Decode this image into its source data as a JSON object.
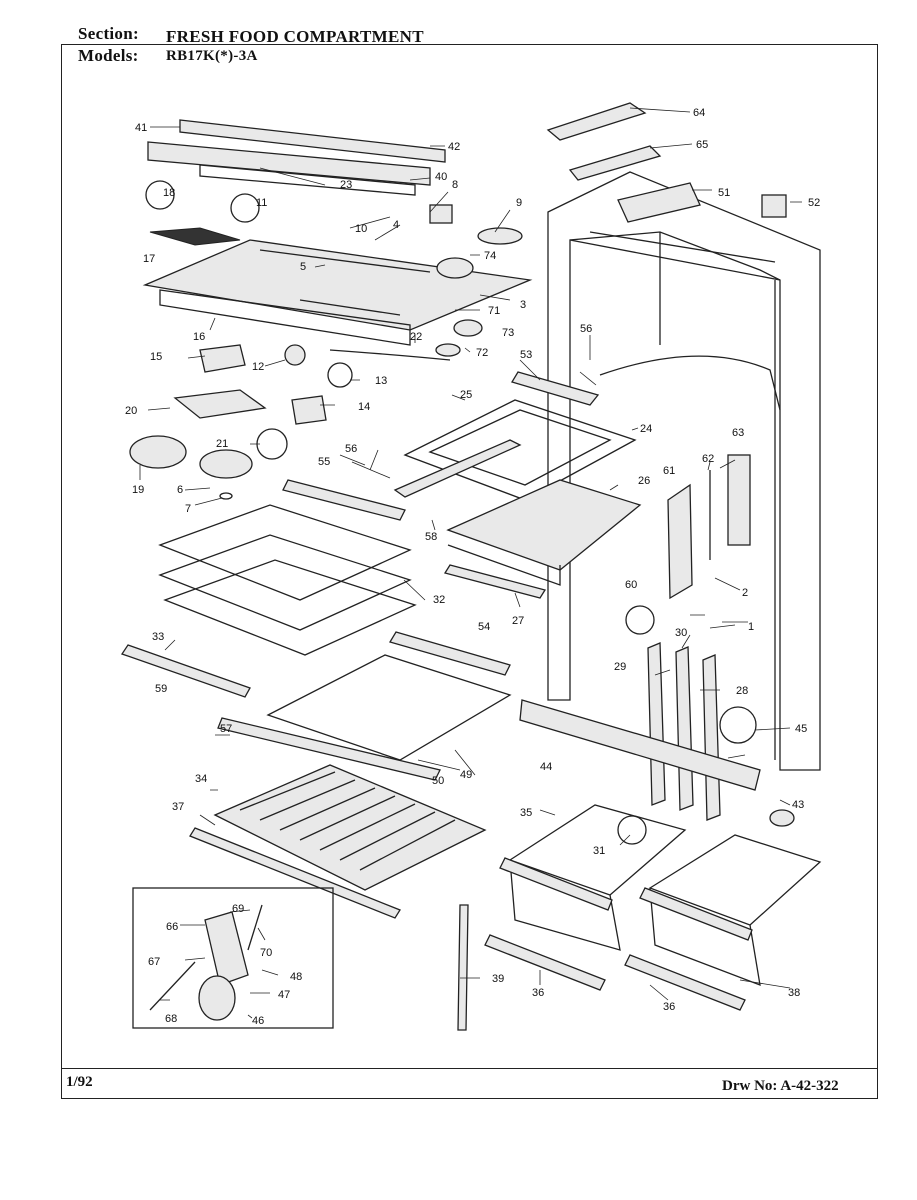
{
  "header": {
    "section_label": "Section:",
    "section_value": "FRESH FOOD COMPARTMENT",
    "models_label": "Models:",
    "models_value": "RB17K(*)-3A"
  },
  "footer": {
    "date": "1/92",
    "drawing_number": "Drw No: A-42-322"
  },
  "callouts": [
    "1",
    "2",
    "3",
    "4",
    "5",
    "6",
    "7",
    "8",
    "9",
    "10",
    "11",
    "12",
    "13",
    "14",
    "15",
    "16",
    "17",
    "18",
    "19",
    "20",
    "21",
    "22",
    "23",
    "24",
    "25",
    "26",
    "27",
    "28",
    "29",
    "30",
    "31",
    "32",
    "33",
    "34",
    "35",
    "36",
    "36",
    "37",
    "38",
    "39",
    "40",
    "41",
    "42",
    "43",
    "44",
    "45",
    "46",
    "47",
    "48",
    "49",
    "50",
    "51",
    "52",
    "53",
    "54",
    "55",
    "56",
    "56",
    "57",
    "58",
    "59",
    "60",
    "61",
    "62",
    "63",
    "64",
    "65",
    "66",
    "67",
    "68",
    "69",
    "70",
    "71",
    "72",
    "73",
    "74"
  ]
}
